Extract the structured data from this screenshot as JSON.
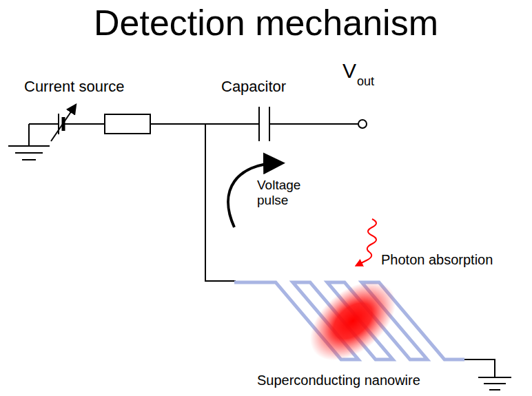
{
  "diagram": {
    "title": "Detection mechanism",
    "labels": [
      "Current source",
      "Capacitor",
      "V",
      "out",
      "Voltage pulse",
      "Photon absorption",
      "Superconducting nanowire"
    ]
  }
}
